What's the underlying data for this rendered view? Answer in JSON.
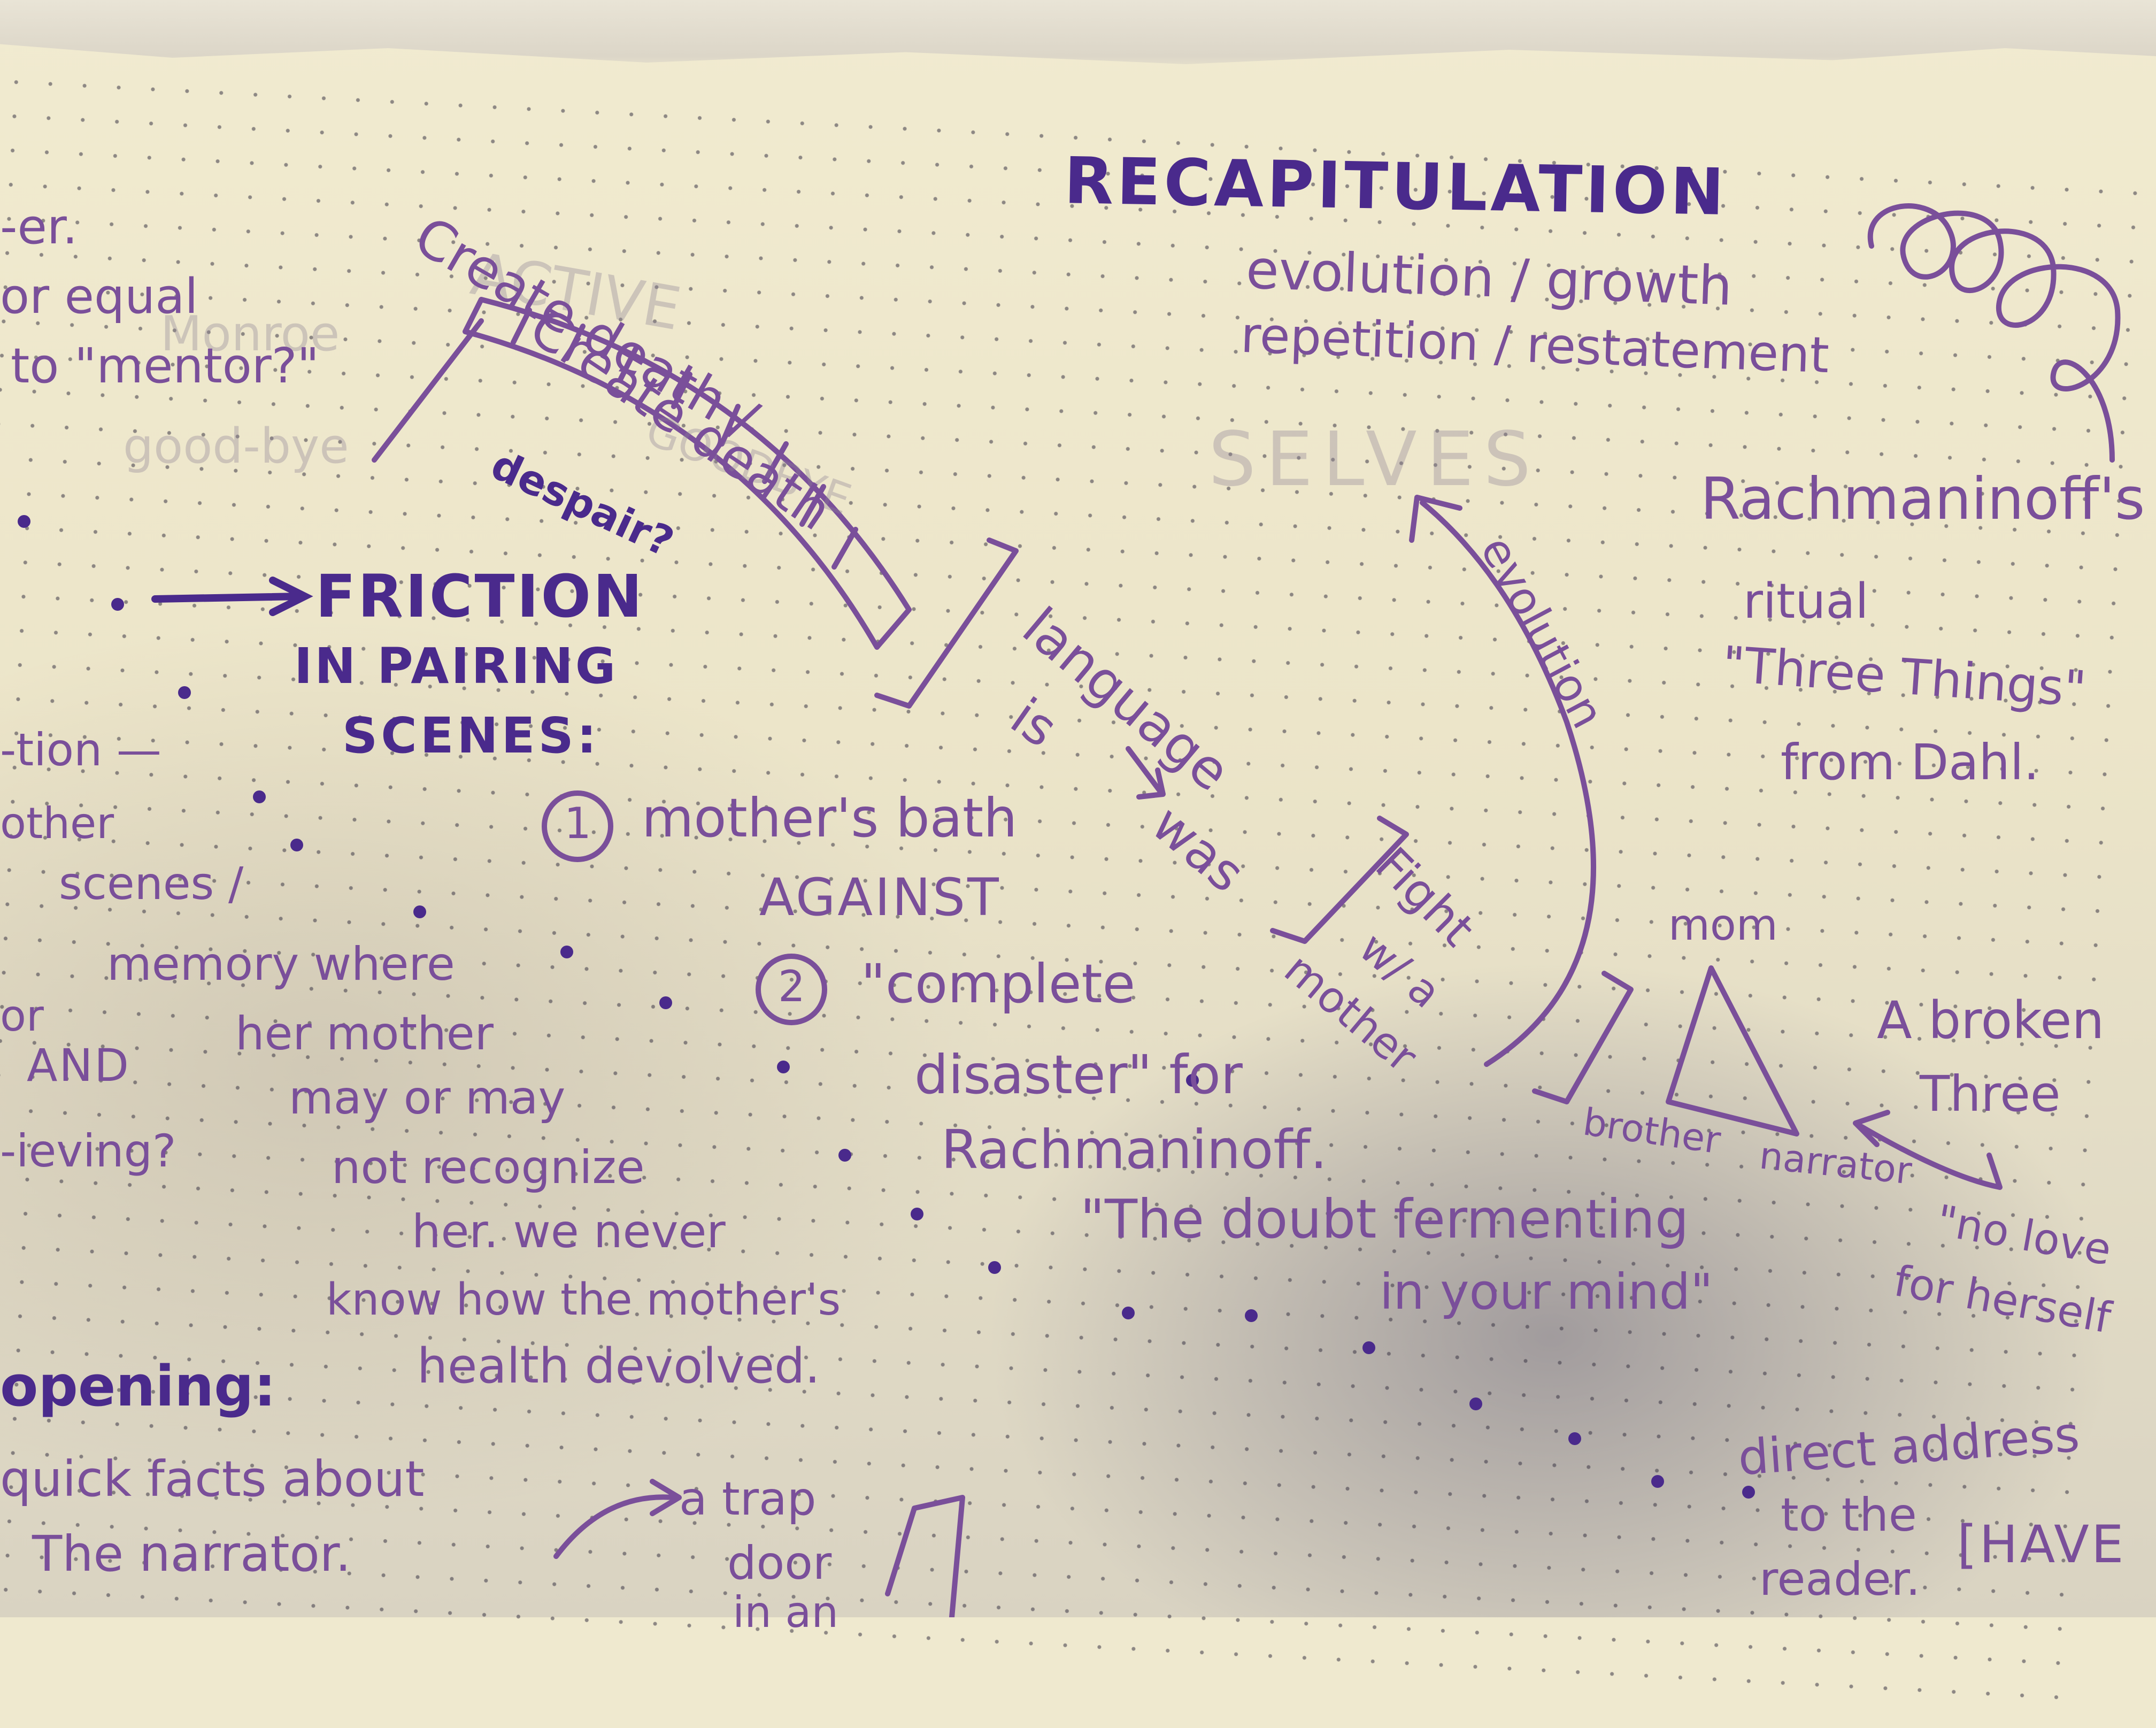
{
  "notes": {
    "recap_title": "RECAPITULATION",
    "recap_line1": "evolution / growth",
    "recap_line2": "repetition / restatement",
    "selves": "SELVES",
    "arc_a": "Create death /",
    "arc_b": "Create death",
    "arc_c": "despair?",
    "friction_1": "FRICTION",
    "friction_2": "IN PAIRING",
    "friction_3": "SCENES:",
    "item1": "mother's bath",
    "against": "AGAINST",
    "item2": "\"complete",
    "item2b": "disaster\" for",
    "item2c": "Rachmaninoff.",
    "doubt1": "\"The doubt fermenting",
    "doubt2": "in your mind\"",
    "lang1": "language",
    "lang2": "is",
    "lang3": "was",
    "fight1": "Fight",
    "fight2": "w/ a",
    "fight3": "mother",
    "evolution_arc": "evolution",
    "rach1": "Rachmaninoff's",
    "rach2": "ritual",
    "rach3": "\"Three Things\"",
    "rach4": "from Dahl.",
    "mom": "mom",
    "brother": "brother",
    "narrator": "narrator",
    "broken1": "A broken",
    "broken2": "Three",
    "nolove1": "\"no love",
    "nolove2": "for herself",
    "left1": "-er.",
    "left2": "or equal",
    "left3": "to \"mentor?\"",
    "left4": "-tion —",
    "left5": "other",
    "left6": "scenes /",
    "left7": "or",
    "left8": "AND",
    "left9": "-ieving?",
    "memory1": "memory where",
    "memory2": "her mother",
    "memory3": "may or may",
    "memory4": "not recognize",
    "memory5": "her. we never",
    "memory6": "know how the mother's",
    "memory7": "health devolved.",
    "opening": "opening:",
    "quick1": "quick facts about",
    "quick2": "The narrator.",
    "trap1": "a trap",
    "trap2": "door",
    "trap3": "in an",
    "direct1": "direct address",
    "direct2": "to the",
    "direct3": "reader.",
    "have": "[HAVE",
    "faint1": "ACTIVE",
    "faint2": "GOODBYE",
    "faint3": "Monroe",
    "faint4": "good-bye"
  },
  "colors": {
    "paper": "#efe9cf",
    "ink_purple": "#7a4f9a",
    "ink_dark": "#4a2a8c"
  }
}
